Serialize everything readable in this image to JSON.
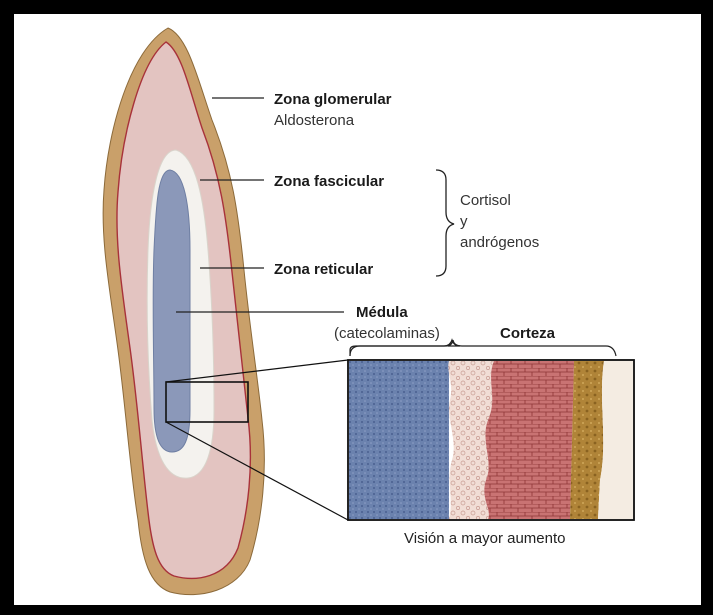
{
  "labels": {
    "zona_glomerular": "Zona glomerular",
    "aldosterona": "Aldosterona",
    "zona_fascicular": "Zona fascicular",
    "cortisol_line1": "Cortisol",
    "cortisol_line2": "y",
    "cortisol_line3": "andrógenos",
    "zona_reticular": "Zona reticular",
    "medula": "Médula",
    "catecolaminas": "(catecolaminas)",
    "corteza": "Corteza",
    "caption": "Visión a mayor aumento"
  },
  "colors": {
    "capsule": "#c9a06a",
    "glomerulosa": "#e6c9c6",
    "fasciculata_band": "#f3f1ec",
    "medulla": "#8b98b9",
    "medulla_tissue": "#5f78a8",
    "fasciculata_tissue": "#b85b5a",
    "reticularis_tissue": "#f0dcd2",
    "glomerulosa_tissue": "#a8782e"
  }
}
